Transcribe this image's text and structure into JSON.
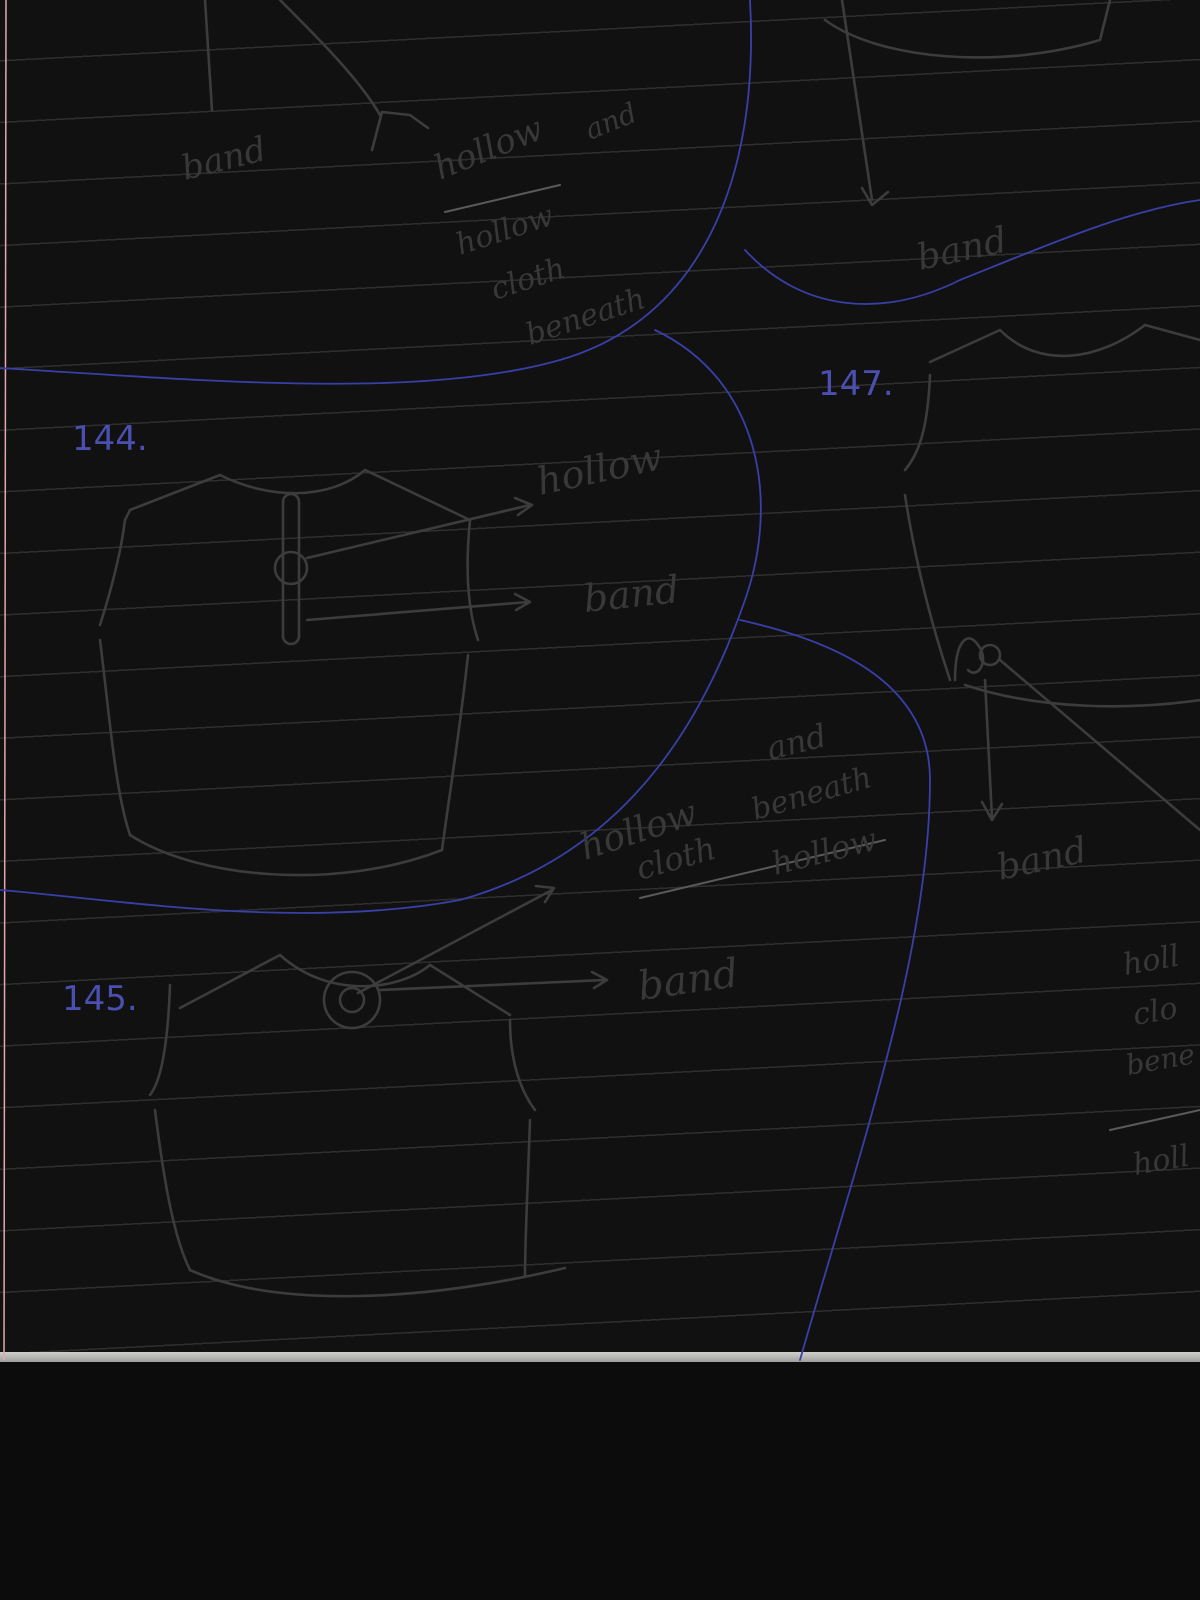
{
  "figure_numbers": {
    "n144": "144.",
    "n145": "145.",
    "n147": "147."
  },
  "labels": {
    "top_band": "band",
    "top_hollow": "hollow",
    "top_and": "and",
    "top_hollow2": "hollow",
    "top_cloth": "cloth",
    "top_beneath": "beneath",
    "top_right_band": "band",
    "fig144_hollow": "hollow",
    "fig144_band": "band",
    "mid_and": "and",
    "mid_hollow": "hollow",
    "mid_cloth": "cloth",
    "mid_beneath": "beneath",
    "mid_hollow2": "hollow",
    "fig145_band": "band",
    "fig147_band": "band",
    "edge_1": "holl",
    "edge_2": "clo",
    "edge_3": "bene",
    "edge_4": "holl"
  },
  "colors": {
    "pencil": "#3c3c3c",
    "pen": "#3a3fa8",
    "paper": "#e3e3e0"
  }
}
